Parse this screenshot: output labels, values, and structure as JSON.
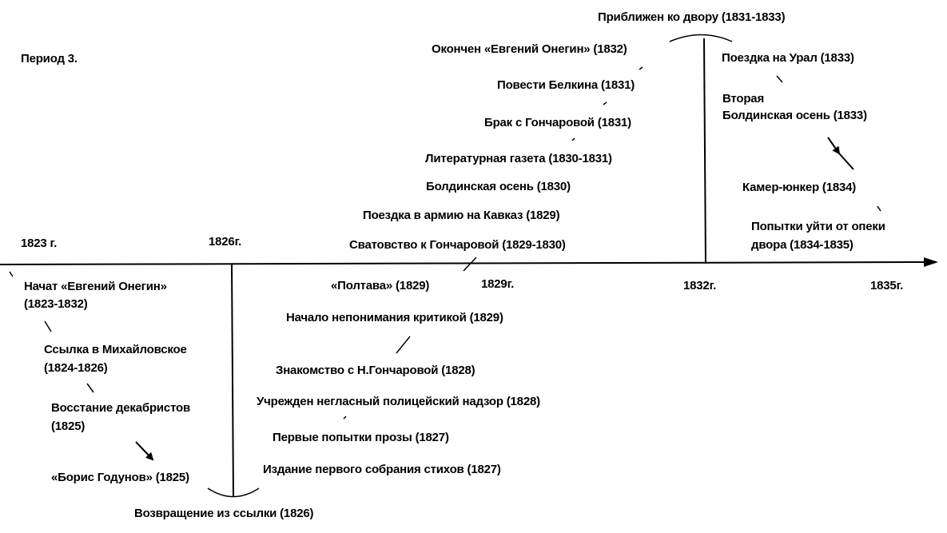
{
  "title": "Период 3.",
  "years": [
    "1823 г.",
    "1826г.",
    "1829г.",
    "1832г.",
    "1835г."
  ],
  "events": {
    "e1823_nachat": [
      "Начат «Евгений Онегин»",
      "(1823-1832)"
    ],
    "e1824_ssylka": [
      "Ссылка в Михайловское",
      "(1824-1826)"
    ],
    "e1825_vosstanie": [
      "Восстание декабристов",
      "(1825)"
    ],
    "e1825_boris": "«Борис Годунов» (1825)",
    "e1826_vozvr": "Возвращение из ссылки (1826)",
    "e1827_izdanie": "Издание первого собрания стихов  (1827)",
    "e1827_proza": "Первые попытки прозы (1827)",
    "e1828_nadzor": "Учрежден негласный полицейский надзор (1828)",
    "e1828_znakom": "Знакомство с Н.Гончаровой (1828)",
    "e1829_kritika": "Начало непонимания критикой (1829)",
    "e1829_poltava": "«Полтава» (1829)",
    "e1829_svatovstvo": "Сватовство к Гончаровой (1829-1830)",
    "e1829_kavkaz": "Поездка в армию на Кавказ (1829)",
    "e1830_boldino": "Болдинская осень (1830)",
    "e1830_gazeta": "Литературная газета (1830-1831)",
    "e1831_brak": "Брак с Гончаровой (1831)",
    "e1831_belkin": "Повести Белкина (1831)",
    "e1832_onegin": "Окончен «Евгений Онегин» (1832)",
    "e1831_dvor": "Приближен ко двору (1831-1833)",
    "e1833_ural": "Поездка на Урал (1833)",
    "e1833_boldino2": [
      "Вторая",
      "Болдинская осень (1833)"
    ],
    "e1834_kamer": "Камер-юнкер (1834)",
    "e1834_opeka": [
      "Попытки уйти от опеки",
      "двора (1834-1835)"
    ]
  }
}
